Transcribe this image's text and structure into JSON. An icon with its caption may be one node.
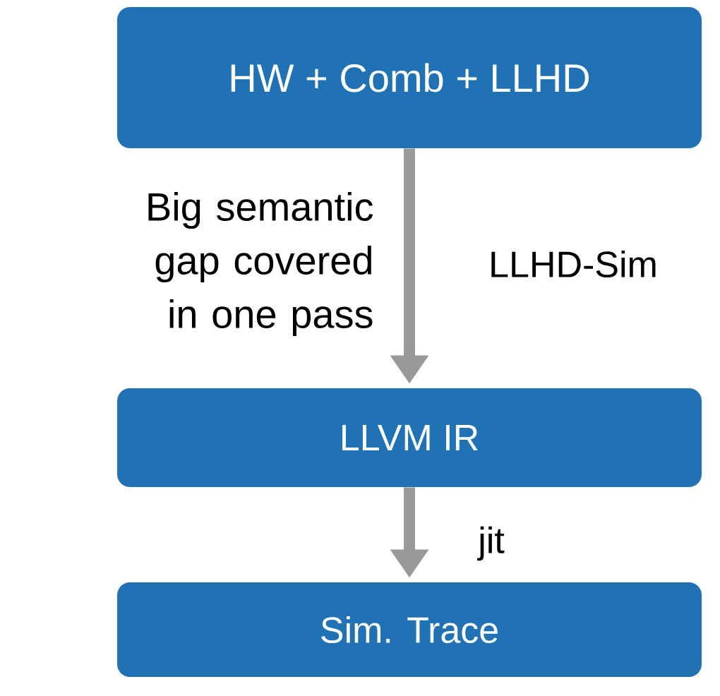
{
  "diagram": {
    "nodes": [
      {
        "text": [
          "HW + Comb + LLHD"
        ]
      },
      {
        "text": [
          "LLVM IR"
        ]
      },
      {
        "text": [
          "Sim. Trace"
        ]
      }
    ],
    "edges": [
      {
        "from": 0,
        "to": 1,
        "arrow": "to",
        "label": "LLHD-Sim"
      },
      {
        "from": 1,
        "to": 2,
        "arrow": "to",
        "label": "jit"
      }
    ],
    "labels": [
      "Big semantic gap covered in one pass"
    ]
  }
}
